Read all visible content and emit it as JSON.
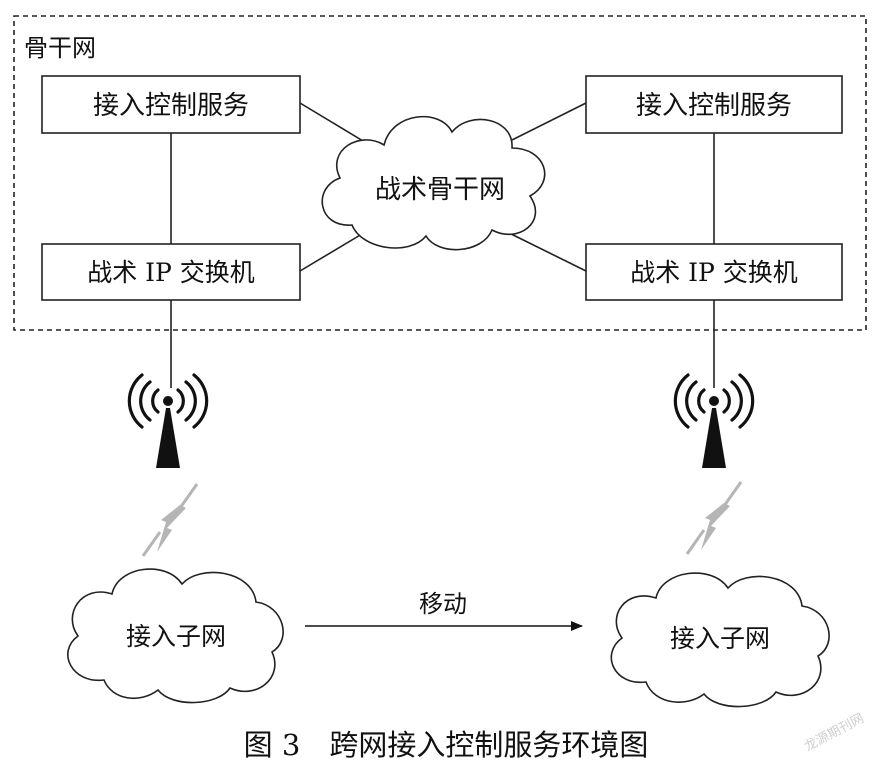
{
  "backbone_region": {
    "label": "骨干网"
  },
  "left_node": {
    "access_control": "接入控制服务",
    "switch": "战术 IP 交换机",
    "subnet": "接入子网",
    "antenna_icon": "radio-tower-icon",
    "link_icon": "wireless-lightning-icon"
  },
  "right_node": {
    "access_control": "接入控制服务",
    "switch": "战术 IP 交换机",
    "subnet": "接入子网",
    "antenna_icon": "radio-tower-icon",
    "link_icon": "wireless-lightning-icon"
  },
  "center_cloud": {
    "label": "战术骨干网"
  },
  "movement": {
    "label": "移动"
  },
  "caption": "图 3　跨网接入控制服务环境图",
  "watermark": "龙源期刊网"
}
